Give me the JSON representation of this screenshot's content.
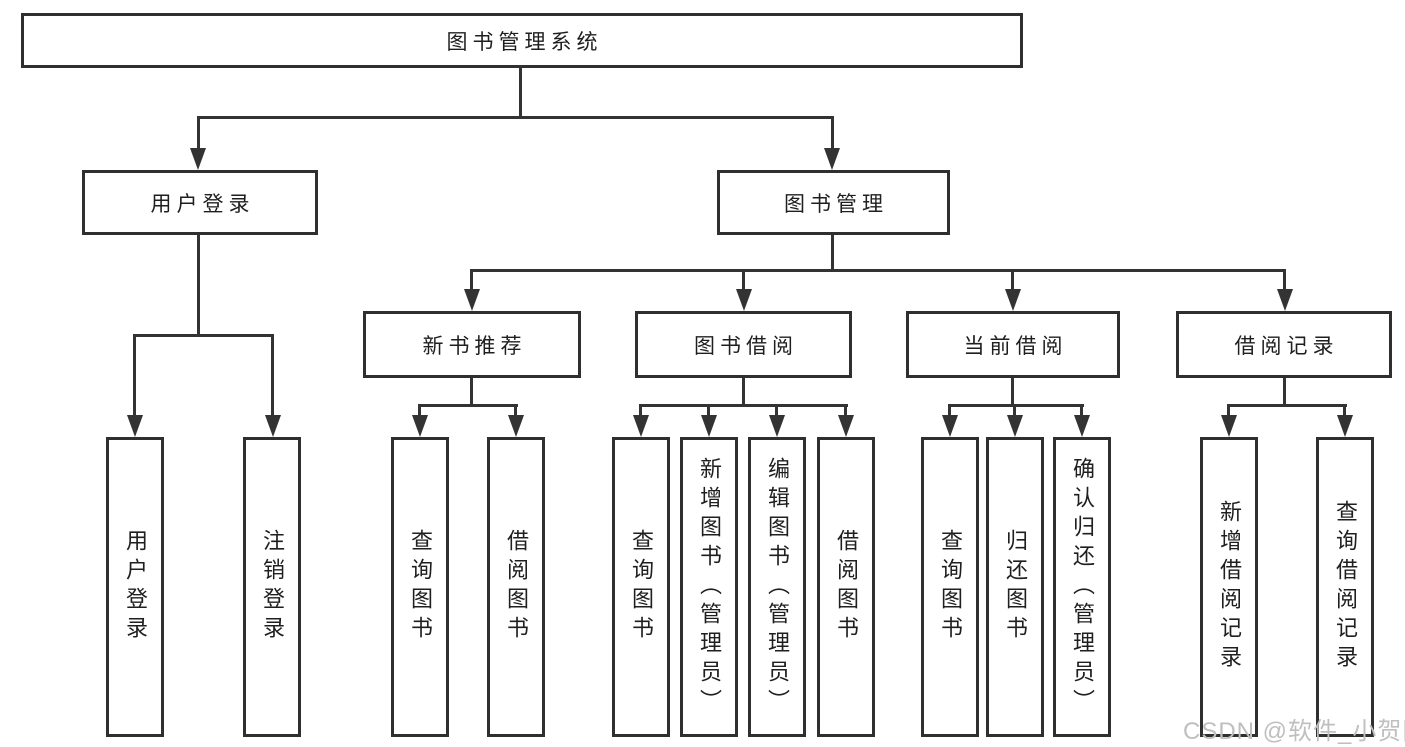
{
  "diagram": {
    "type": "tree",
    "root": {
      "label": "图书管理系统"
    },
    "level2": [
      {
        "id": "user-login",
        "label": "用户登录",
        "parent": "图书管理系统"
      },
      {
        "id": "book-management",
        "label": "图书管理",
        "parent": "图书管理系统"
      }
    ],
    "level3": [
      {
        "id": "new-book-recommend",
        "label": "新书推荐",
        "parent": "图书管理"
      },
      {
        "id": "book-borrow",
        "label": "图书借阅",
        "parent": "图书管理"
      },
      {
        "id": "current-borrow",
        "label": "当前借阅",
        "parent": "图书管理"
      },
      {
        "id": "borrow-records",
        "label": "借阅记录",
        "parent": "图书管理"
      }
    ],
    "leaves": [
      {
        "label": "用户登录",
        "parent": "用户登录"
      },
      {
        "label": "注销登录",
        "parent": "用户登录"
      },
      {
        "label": "查询图书",
        "parent": "新书推荐"
      },
      {
        "label": "借阅图书",
        "parent": "新书推荐"
      },
      {
        "label": "查询图书",
        "parent": "图书借阅"
      },
      {
        "label": "新增图书（管理员）",
        "parent": "图书借阅"
      },
      {
        "label": "编辑图书（管理员）",
        "parent": "图书借阅"
      },
      {
        "label": "借阅图书",
        "parent": "图书借阅"
      },
      {
        "label": "查询图书",
        "parent": "当前借阅"
      },
      {
        "label": "归还图书",
        "parent": "当前借阅"
      },
      {
        "label": "确认归还（管理员）",
        "parent": "当前借阅"
      },
      {
        "label": "新增借阅记录",
        "parent": "借阅记录"
      },
      {
        "label": "查询借阅记录",
        "parent": "借阅记录"
      }
    ]
  },
  "watermark": {
    "text": "CSDN @软件_小贺同学"
  },
  "colors": {
    "background": "#ffffff",
    "box_border": "#2f2f2f",
    "line": "#333333",
    "text": "#1f1f1f",
    "watermark": "#bfbfbf"
  }
}
